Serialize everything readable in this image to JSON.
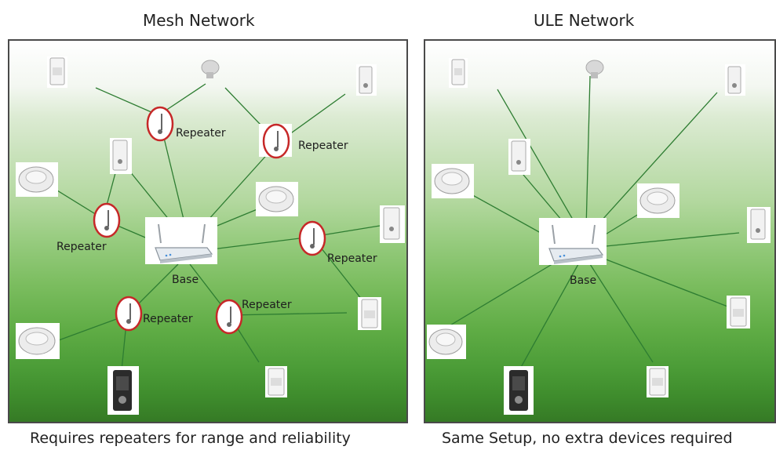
{
  "mesh": {
    "title": "Mesh Network",
    "caption": "Requires repeaters for range and reliability",
    "base_label": "Base",
    "repeater_label": "Repeater"
  },
  "ule": {
    "title": "ULE Network",
    "caption": "Same Setup, no extra devices required",
    "base_label": "Base"
  },
  "colors": {
    "link": "#2e7d32",
    "repeater_ring": "#c62828",
    "panel_border": "#4a4a4a"
  },
  "icons": [
    "motion-sensor-icon",
    "light-bulb-icon",
    "smart-plug-icon",
    "smoke-detector-icon",
    "door-lock-icon",
    "router-icon",
    "repeater-icon"
  ]
}
